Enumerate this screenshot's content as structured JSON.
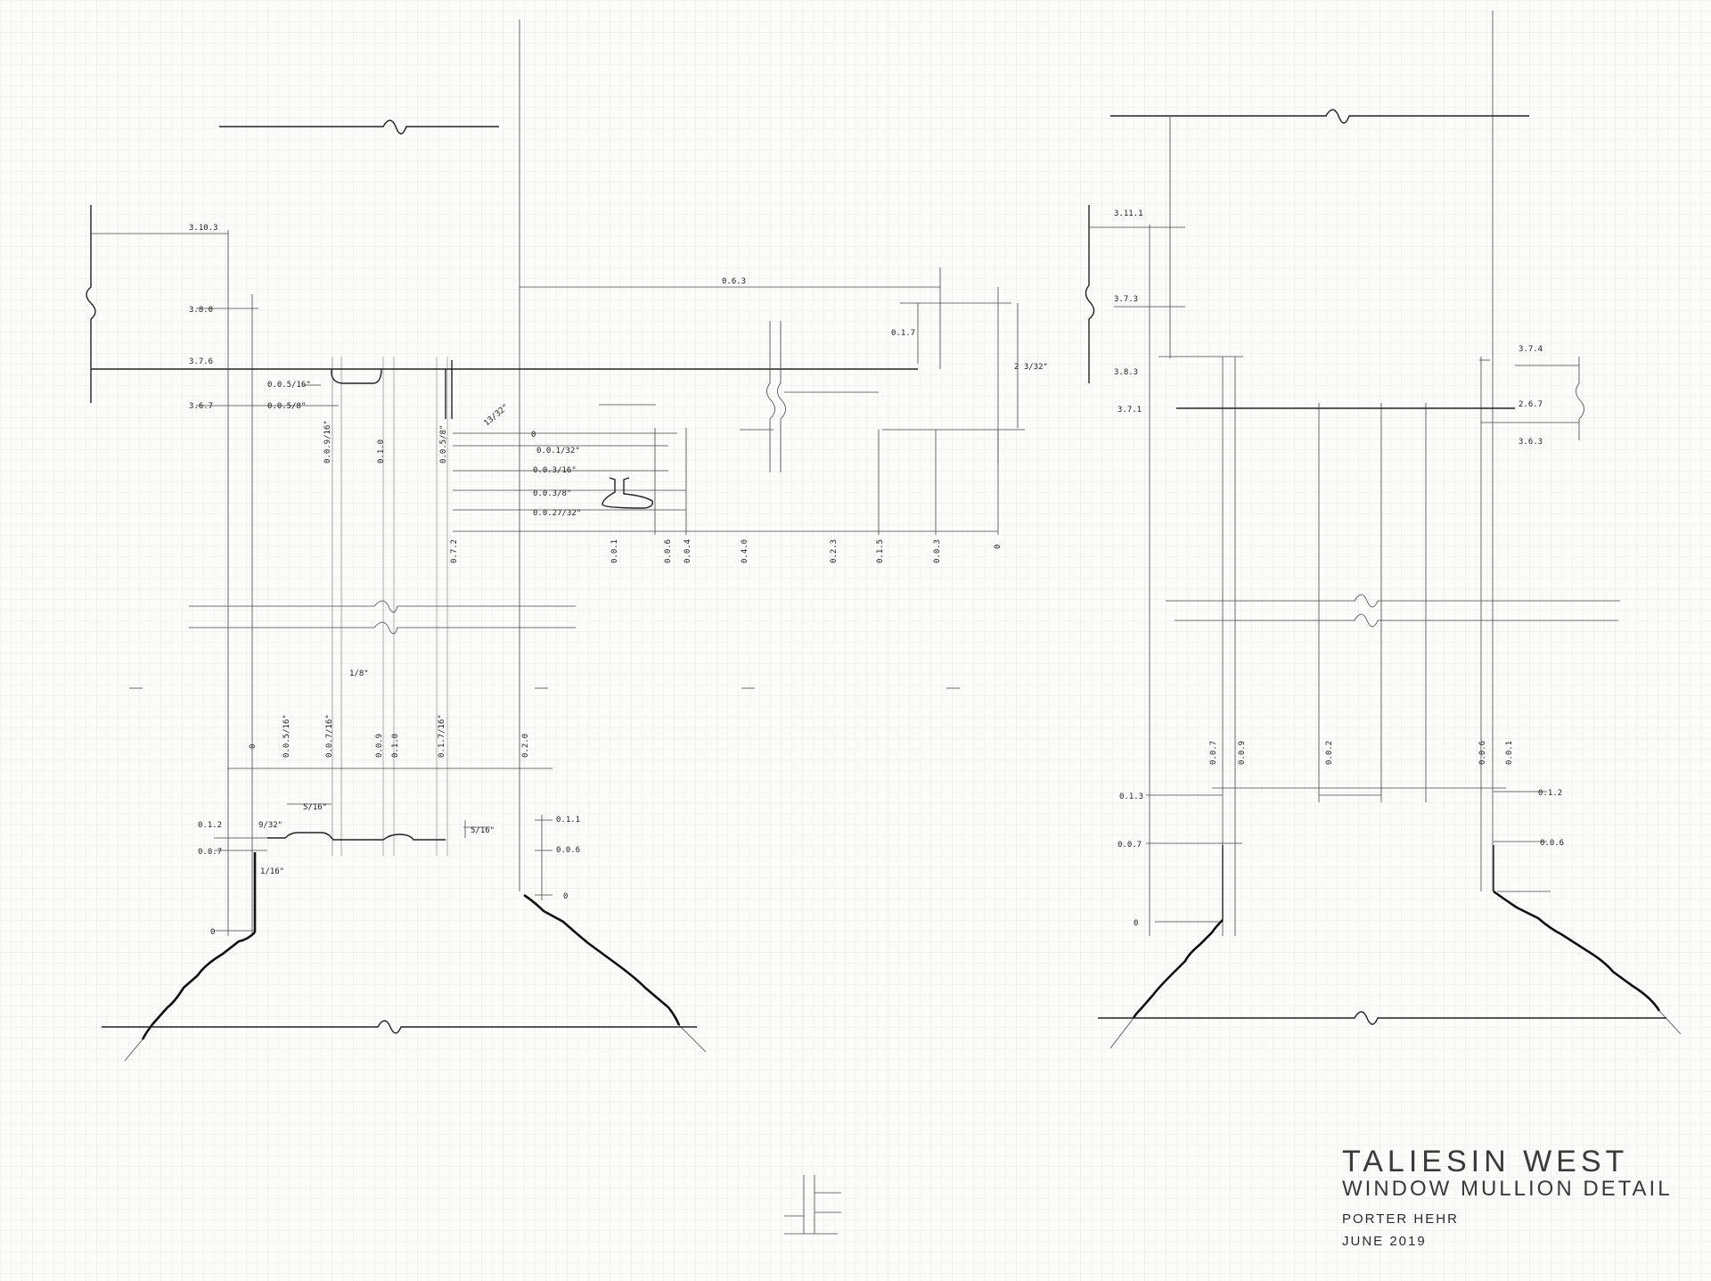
{
  "title_block": {
    "title": "TALIESIN WEST",
    "subtitle": "WINDOW MULLION DETAIL",
    "author": "PORTER HEHR",
    "date": "JUNE 2019"
  },
  "left_detail": {
    "left_elevations": [
      "3.10.3",
      "3.8.0",
      "3.7.6",
      "3.6.7"
    ],
    "small_dims": [
      "0.0.5/16\"",
      "0.0.5/8\""
    ],
    "top_vertical": [
      "0.0.9/16\"",
      "0.1.0",
      "0.0.5/8\""
    ],
    "overall_top": "0.6.3",
    "sub_dim": "0.1.7",
    "right_height": "2 3/32\"",
    "tag": "13/32\"",
    "stack_zero": "0",
    "stack_dims": [
      "0.0.1/32\"",
      "0.0.3/16\"",
      "0.0.3/8\"",
      "0.0.27/32\""
    ],
    "bottom_ticks": [
      "0.7.2",
      "0.0.1",
      "0.0.6",
      "0.0.4",
      "0.4.0",
      "0.2.3",
      "0.1.5",
      "0.0.3",
      "0"
    ],
    "lower_vertical": [
      "0",
      "0.0.5/16\"",
      "0.0.7/16\"",
      "0.0.9",
      "0.1.0",
      "0.1.7/16\"",
      "0.2.0"
    ],
    "top_fraction": "1/8\"",
    "mid_fraction": "5/16\"",
    "base_left": [
      "0.1.2",
      "0.0.7",
      "0"
    ],
    "base_frac": [
      "9/32\"",
      "1/16\""
    ],
    "base_right": [
      "0.1.1",
      "0.0.6",
      "0"
    ],
    "base_right_frac": "5/16\""
  },
  "right_detail": {
    "left_elevations": [
      "3.11.1",
      "3.7.3",
      "3.8.3",
      "3.7.1"
    ],
    "right_elevations": [
      "3.7.4",
      "2.6.7",
      "3.6.3"
    ],
    "lower_vertical": [
      "0.0.7",
      "0.0.9",
      "0.0.2",
      "0.0.6",
      "0.0.1"
    ],
    "base_left": [
      "0.1.3",
      "0.0.7",
      "0"
    ],
    "base_right": [
      "0.1.2",
      "0.0.6"
    ]
  }
}
